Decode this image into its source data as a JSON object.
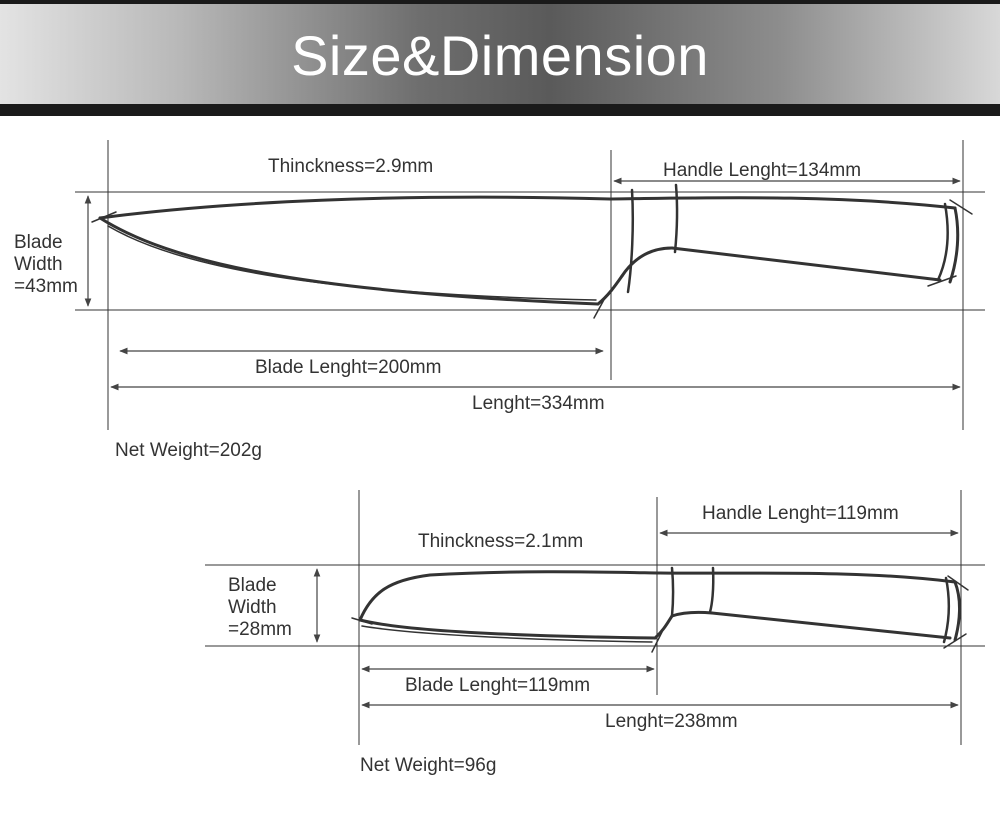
{
  "header": {
    "title": "Size&Dimension"
  },
  "knives": [
    {
      "thickness": "Thinckness=2.9mm",
      "handle_length": "Handle Lenght=134mm",
      "blade_width": [
        "Blade",
        "Width",
        "=43mm"
      ],
      "blade_length": "Blade Lenght=200mm",
      "length": "Lenght=334mm",
      "net_weight": "Net Weight=202g"
    },
    {
      "thickness": "Thinckness=2.1mm",
      "handle_length": "Handle Lenght=119mm",
      "blade_width": [
        "Blade",
        "Width",
        "=28mm"
      ],
      "blade_length": "Blade Lenght=119mm",
      "length": "Lenght=238mm",
      "net_weight": "Net Weight=96g"
    }
  ]
}
